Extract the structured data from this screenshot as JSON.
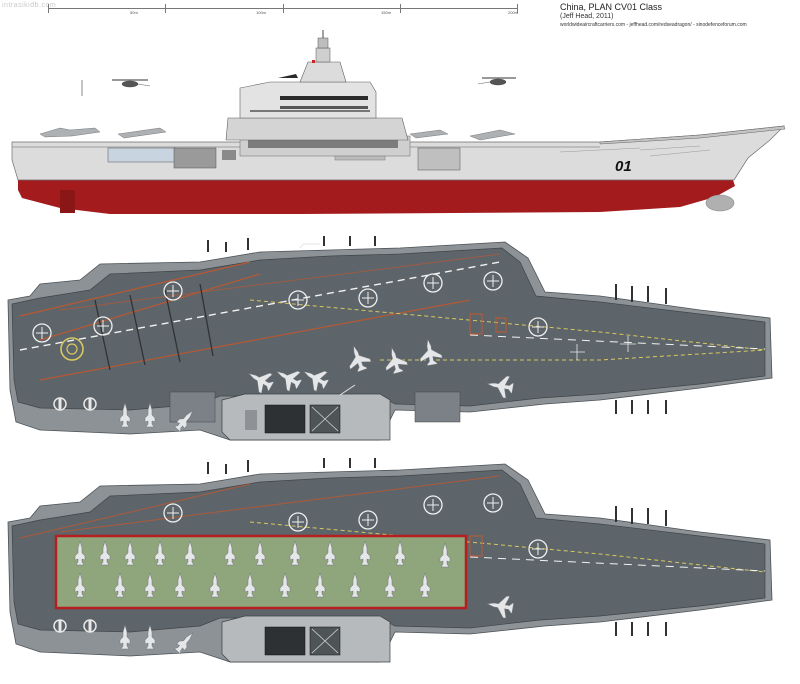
{
  "header": {
    "title": "China, PLAN CV01  Class",
    "credit": "(Jeff Head, 2011)",
    "sources": "worldwideaircraftcarriers.com - jeffhead.com/redseadragon/ - sinodefenceforum.com",
    "watermark": "intrasikidb.com"
  },
  "scale_bar": {
    "labels": [
      "50m",
      "100m",
      "150m",
      "200m"
    ]
  },
  "ship": {
    "hull_number": "01"
  },
  "colors": {
    "hull_grey": "#d9d9d9",
    "hull_red": "#a31b1d",
    "deck_grey": "#5e656a",
    "deck_edge": "#8d9297",
    "hangar_green": "#8fa57c",
    "hangar_outline": "#b51f1f",
    "line_white": "#f2f2f2",
    "line_yellow": "#d8c860",
    "line_red": "#c1562e"
  },
  "views": [
    "side-profile",
    "flight-deck-plan",
    "hangar-plan"
  ]
}
